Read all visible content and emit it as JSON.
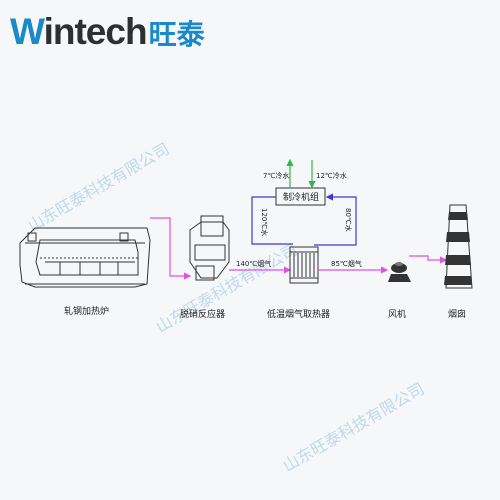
{
  "logo": {
    "brand_w": "W",
    "brand_rest": "intech",
    "brand_cjk": "旺泰"
  },
  "colors": {
    "accent": "#1a88c9",
    "magenta": "#e052e0",
    "blue": "#3a3ad8",
    "green": "#2fb84a",
    "line": "#333333"
  },
  "equipment": {
    "furnace": "轧钢加热炉",
    "reactor": "脱硝反应器",
    "heat_exchanger": "低温烟气取热器",
    "fan": "风机",
    "chimney": "烟囱",
    "chiller": "制冷机组"
  },
  "flow_labels": {
    "cold_in": "7℃冷水",
    "cold_out": "12℃冷水",
    "hot_supply": "120℃水",
    "hot_return": "80℃水",
    "flue_in": "140℃烟气",
    "flue_out": "85℃烟气"
  },
  "watermark": "山东旺泰科技有限公司"
}
